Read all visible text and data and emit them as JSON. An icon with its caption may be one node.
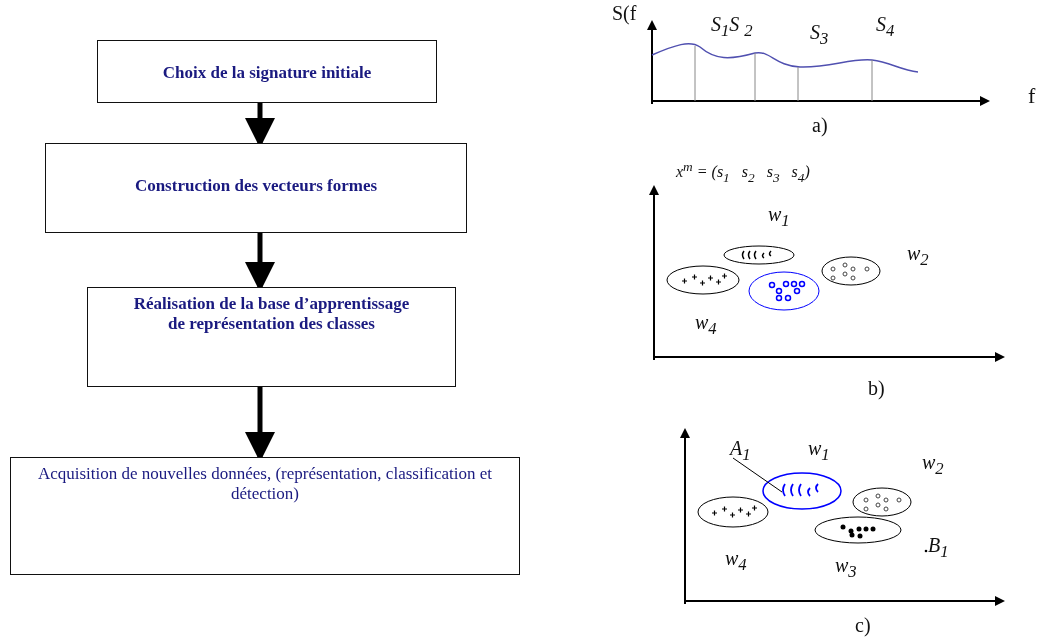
{
  "diagram": {
    "nodes": [
      {
        "text": [
          "Choix de la signature initiale"
        ]
      },
      {
        "text": [
          "Construction des vecteurs formes"
        ]
      },
      {
        "text": [
          "Réalisation de la base d’apprentissage de représentation des classes"
        ]
      },
      {
        "text": [
          "Acquisition de nouvelles données, (représentation, classification et détection)"
        ]
      },
      {
        "text": [
          "A$_{1}$"
        ]
      }
    ],
    "edges": [
      {
        "from": 0,
        "to": 1,
        "arrow": "to"
      },
      {
        "from": 1,
        "to": 2,
        "arrow": "to"
      },
      {
        "from": 2,
        "to": 3,
        "arrow": "to"
      },
      {
        "from": 4,
        "to": null,
        "arrow": "none"
      }
    ],
    "labels": [
      "S(f",
      "S$_{1}$S $_{2}$",
      "S$_{3}$",
      "S$_{4}$",
      "f",
      "a)",
      "x$^{m}$ = (s$_{1}$   s$_{2}$   s$_{3}$   s$_{4}$)",
      "w$_{1}$",
      "w$_{2}$",
      "w$_{4}$",
      "b)",
      "w$_{1}$",
      "w$_{2}$",
      "B$_{1}$",
      "w$_{4}$",
      "w$_{3}$",
      "c)"
    ]
  }
}
